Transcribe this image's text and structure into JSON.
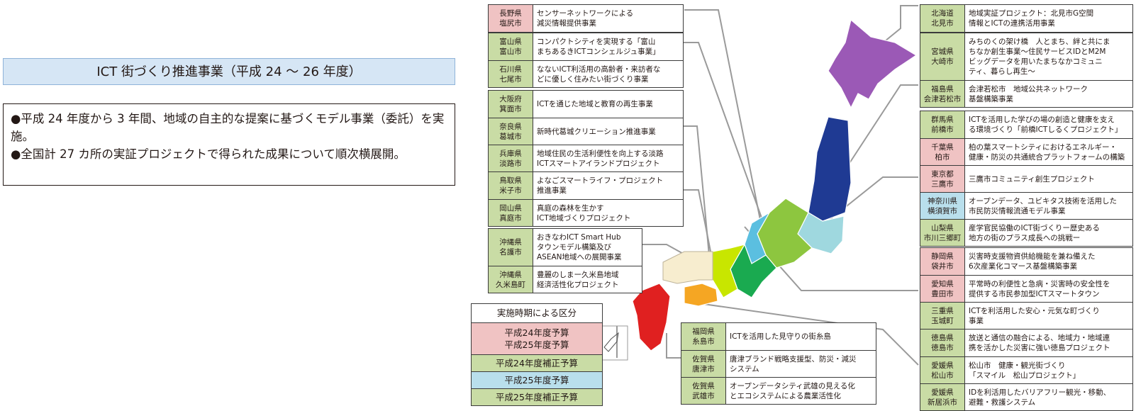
{
  "title": "ICT 街づくり推進事業（平成 24 ～ 26 年度）",
  "description": [
    "●平成 24 年度から 3 年間、地域の自主的な提案に基づくモデル事業（委託）を実施。",
    "●全国計 27 カ所の実証プロジェクトで得られた成果について順次横展開。"
  ],
  "legend": {
    "title": "実施時期による区分",
    "items": [
      "平成24年度予算\n平成25年度予算",
      "平成24年度補正予算",
      "平成25年度予算",
      "平成25年度補正予算"
    ]
  },
  "colors": {
    "pink": "#f0c3c3",
    "green": "#c9dca5",
    "blue": "#b9dfec"
  },
  "groups_left": [
    [
      {
        "pref": "長野県",
        "city": "塩尻市",
        "project": "センサーネットワークによる\n減災情報提供事業",
        "color": "pink"
      }
    ],
    [
      {
        "pref": "富山県",
        "city": "富山市",
        "project": "コンパクトシティを実現する「富山\nまちあるきICTコンシェルジュ事業」",
        "color": "green"
      },
      {
        "pref": "石川県",
        "city": "七尾市",
        "project": "なないICT利活用の高齢者・来訪者な\nどに優しく住みたい街づくり事業",
        "color": "green"
      }
    ],
    [
      {
        "pref": "大阪府",
        "city": "箕面市",
        "project": "ICTを通じた地域と教育の再生事業",
        "color": "green"
      },
      {
        "pref": "奈良県",
        "city": "葛城市",
        "project": "新時代葛城クリエーション推進事業",
        "color": "green"
      },
      {
        "pref": "兵庫県",
        "city": "淡路市",
        "project": "地域住民の生活利便性を向上する淡路\nICTスマートアイランドプロジェクト",
        "color": "green"
      }
    ],
    [
      {
        "pref": "鳥取県",
        "city": "米子市",
        "project": "よなごスマートライフ・プロジェクト\n推進事業",
        "color": "green"
      },
      {
        "pref": "岡山県",
        "city": "真庭市",
        "project": "真庭の森林を生かす\nICT地域づくりプロジェクト",
        "color": "green"
      }
    ],
    [
      {
        "pref": "沖縄県",
        "city": "名護市",
        "project": "おきなわICT Smart Hub\nタウンモデル構築及び\nASEAN地域への展開事業",
        "color": "green"
      },
      {
        "pref": "沖縄県",
        "city": "久米島町",
        "project": "豊麗のしまー久米島地域\n経済活性化プロジェクト",
        "color": "green"
      }
    ]
  ],
  "groups_bottom": [
    [
      {
        "pref": "福岡県",
        "city": "糸島市",
        "project": "ICTを活用した見守りの街糸島",
        "color": "green"
      },
      {
        "pref": "佐賀県",
        "city": "唐津市",
        "project": "唐津ブランド戦略支援型、防災・減災\nシステム",
        "color": "green"
      },
      {
        "pref": "佐賀県",
        "city": "武雄市",
        "project": "オープンデータシティ武雄の見える化\nとエコシステムによる農業活性化",
        "color": "green"
      }
    ]
  ],
  "groups_right": [
    [
      {
        "pref": "北海道",
        "city": "北見市",
        "project": "地域実証プロジェクト：北見市G空間\n情報とICTの連携活用事業",
        "color": "green"
      }
    ],
    [
      {
        "pref": "宮城県",
        "city": "大崎市",
        "project": "みちのくの架け橋　人とまち、絆と共にま\nちなか創生事業～住民サービスIDとM2M\nビッグデータを用いたまちなかコミュニ\nティ、暮らし再生～",
        "color": "green"
      },
      {
        "pref": "福島県",
        "city": "会津若松市",
        "project": "会津若松市　地域公共ネットワーク\n基盤構築事業",
        "color": "green"
      }
    ],
    [
      {
        "pref": "群馬県",
        "city": "前橋市",
        "project": "ICTを活用した学びの場の創造と健康を支え\nる環境づくり「前橋ICTしるくプロジェクト」",
        "color": "green"
      },
      {
        "pref": "千葉県",
        "city": "柏市",
        "project": "柏の葉スマートシティにおけるエネルギー・\n健康・防災の共通統合プラットフォームの構築",
        "color": "pink"
      },
      {
        "pref": "東京都",
        "city": "三鷹市",
        "project": "三鷹市コミュニティ創生プロジェクト",
        "color": "pink"
      },
      {
        "pref": "神奈川県",
        "city": "横須賀市",
        "project": "オープンデータ、ユビキタス技術を活用した\n市民防災情報流通モデル事業",
        "color": "blue"
      },
      {
        "pref": "山梨県",
        "city": "市川三郷町",
        "project": "産学官民協働のICT街づくりー歴史ある\n地方の街のプラス成長への挑戦ー",
        "color": "green"
      }
    ],
    [
      {
        "pref": "静岡県",
        "city": "袋井市",
        "project": "災害時支援物資供給機能を兼ね備えた\n6次産業化コマース基盤構築事業",
        "color": "pink"
      },
      {
        "pref": "愛知県",
        "city": "豊田市",
        "project": "平常時の利便性と急病・災害時の安全性を\n提供する市民参加型ICTスマートタウン",
        "color": "pink"
      },
      {
        "pref": "三重県",
        "city": "玉城町",
        "project": "ICTを利活用した安心・元気な町づくり\n事業",
        "color": "green"
      }
    ],
    [
      {
        "pref": "徳島県",
        "city": "徳島市",
        "project": "放送と通信の融合による、地域力・地域連\n携を活かした災害に強い徳島プロジェクト",
        "color": "green"
      },
      {
        "pref": "愛媛県",
        "city": "松山市",
        "project": "松山市　健康・観光街づくり\n「スマイル　松山プロジェクト」",
        "color": "green"
      },
      {
        "pref": "愛媛県",
        "city": "新居浜市",
        "project": "IDを利活用したバリアフリー観光・移動、\n避難・救護システム",
        "color": "green"
      }
    ]
  ]
}
